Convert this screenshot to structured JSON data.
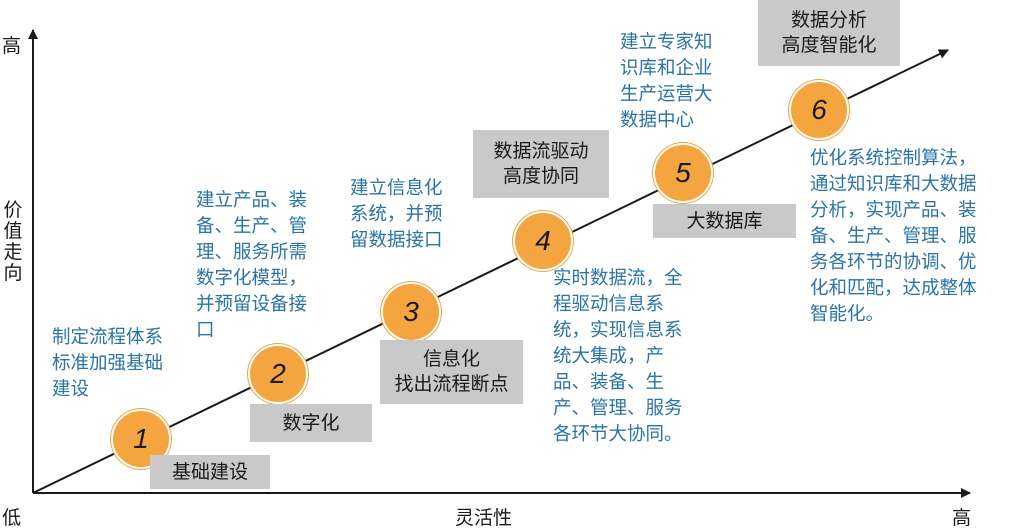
{
  "axes": {
    "y_high": "高",
    "y_title": "价\n值\n走\n向",
    "x_low": "低",
    "x_title": "灵活性",
    "x_high": "高"
  },
  "colors": {
    "circle": "#f5a53f",
    "box": "#c9c9c9",
    "description_text": "#2b74a8",
    "axis": "#1a1a1a"
  },
  "stages": [
    {
      "number": "1",
      "label": "基础建设",
      "description": "制定流程体系\n标准加强基础\n建设"
    },
    {
      "number": "2",
      "label": "数字化",
      "description": "建立产品、装\n备、生产、管\n理、服务所需\n数字化模型，\n并预留设备接\n口"
    },
    {
      "number": "3",
      "label": "信息化\n找出流程断点",
      "description": "建立信息化\n系统，并预\n留数据接口"
    },
    {
      "number": "4",
      "label": "数据流驱动\n高度协同",
      "description": "实时数据流，全\n程驱动信息系\n统，实现信息系\n统大集成，产\n品、装备、生\n产、管理、服务\n各环节大协同。"
    },
    {
      "number": "5",
      "label": "大数据库",
      "description": "建立专家知\n识库和企业\n生产运营大\n数据中心"
    },
    {
      "number": "6",
      "label": "数据分析\n高度智能化",
      "description": "优化系统控制算法，\n通过知识库和大数据\n分析，实现产品、装\n备、生产、管理、服\n务各环节的协调、优\n化和匹配，达成整体\n智能化。"
    }
  ]
}
